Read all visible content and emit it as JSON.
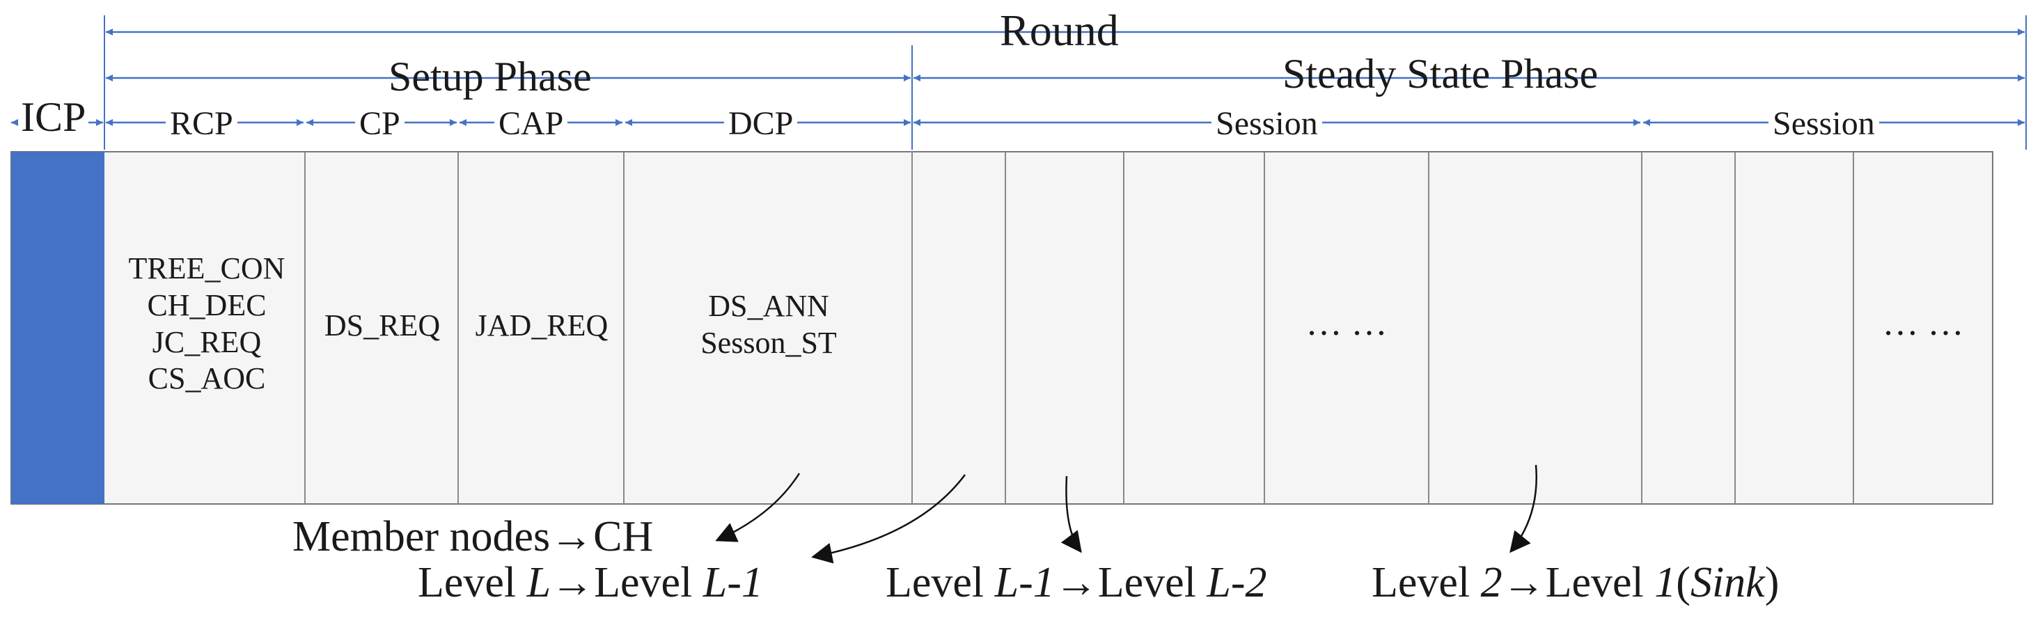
{
  "colors": {
    "arrow": "#4472c4",
    "icp_block": "#4472c4",
    "frame_fill": "#f5f5f5",
    "frame_border": "#777777",
    "text": "#1a1a1a"
  },
  "headers": {
    "round": "Round",
    "setup_phase": "Setup Phase",
    "steady_state_phase": "Steady State Phase",
    "icp": "ICP",
    "rcp": "RCP",
    "cp": "CP",
    "cap": "CAP",
    "dcp": "DCP",
    "session_1": "Session",
    "session_2": "Session"
  },
  "cells": {
    "rcp": [
      "TREE_CON",
      "CH_DEC",
      "JC_REQ",
      "CS_AOC"
    ],
    "cp": [
      "DS_REQ"
    ],
    "cap": [
      "JAD_REQ"
    ],
    "dcp": [
      "DS_ANN",
      "Sesson_ST"
    ],
    "ellipsis_1": "… …",
    "ellipsis_2": "… …"
  },
  "bottom": {
    "member": "Member nodes→CH",
    "level_l_pre": "Level ",
    "level_l_var": "L",
    "level_l_arrow": "→Level ",
    "level_l_var2": "L-1",
    "level_l1_pre": "Level ",
    "level_l1_var": "L-1",
    "level_l1_arrow": "→Level ",
    "level_l1_var2": "L-2",
    "level_2_pre": "Level ",
    "level_2_var": "2",
    "level_2_arrow": "→Level ",
    "level_2_var2": "1",
    "level_2_paren_open": "(",
    "level_2_sink": "Sink",
    "level_2_paren_close": ")"
  }
}
